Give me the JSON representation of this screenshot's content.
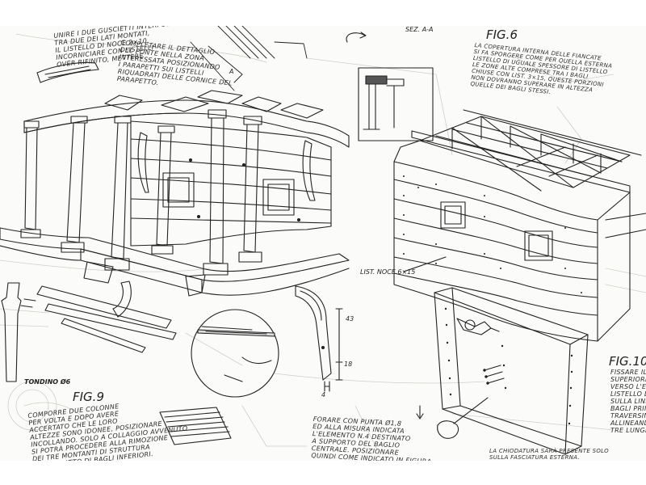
{
  "sheet": {
    "notes": {
      "top_left": "UNIRE I DUE GUSCIETTI INTERPOSTO\nTRA DUE DEI LATI MONTATI,\nIL LISTELLO DI NOCE 2×10,\nINCORNICIARE CON LISTELLI\nOVER RIFINITO, METTERE",
      "top_center": "COMPLETARE IL DETTAGLIO\nDEL PONTE NELLA ZONA\nINTERESSATA POSIZIONANDO\nI PARAPETTI SUI LISTELLI\nRIQUADRATI DELLE CORNICE DEL\nPARAPETTO.",
      "top_right": "LA COPERTURA INTERNA DELLE FIANCATE\nSI FA SPORGERE COME PER QUELLA ESTERNA\nLISTELLO DI UGUALE SPESSORE DI LISTELLO\nLE ZONE ALTE COMPRESE TRA I BAGLI\nCHIUSE CON LIST. 3×15, QUESTE PORZIONI\nNON DOVRANNO SUPERARE IN ALTEZZA\nQUELLE DEI BAGLI STESSI.",
      "fig9": "COMPORRE DUE COLONNE\nPER VOLTA E DOPO AVERE\nACCERTATO CHE LE LORO\nALTEZZE SONO IDONEE, POSIZIONARE\nINCOLLANDO. SOLO A COLLAGGIO AVVENUTO\nSI POTRÀ PROCEDERE ALLA RIMOZIONE\nDEI TRE MONTANTI DI STRUTTURA\nE DEL TRATTO DI BAGLI INFERIORI.",
      "bottom_center": "FORARE CON PUNTA Ø1,8\nED ALLA MISURA INDICATA\nL'ELEMENTO N.4 DESTINATO\nA SUPPORTO DEL BAGLIO\nCENTRALE. POSIZIONARE\nQUINDI COME INDICATO IN FIGURA",
      "fig10": "FISSARE IL\nSUPERIORE\nVERSO L'ES\nLISTELLO D\nSULLA LINEA\nBAGLI PRIN\nTRAVERSIN\nALLINEANDO\nTRE LUNGH",
      "bottom_right": "LA CHIODATURA SARÀ PRESENTE SOLO\nSULLA FASCIATURA ESTERNA."
    },
    "figures": {
      "fig6": "FIG.6",
      "fig9": "FIG.9",
      "fig10": "FIG.10"
    },
    "labels": {
      "section": "SEZ. A-A",
      "list_noce": "LIST. NOCE 6×15",
      "tondino": "TONDINO Ø6",
      "dim_43": "43",
      "dim_18": "18",
      "dim_4": "4",
      "arrow_a": "A"
    }
  }
}
